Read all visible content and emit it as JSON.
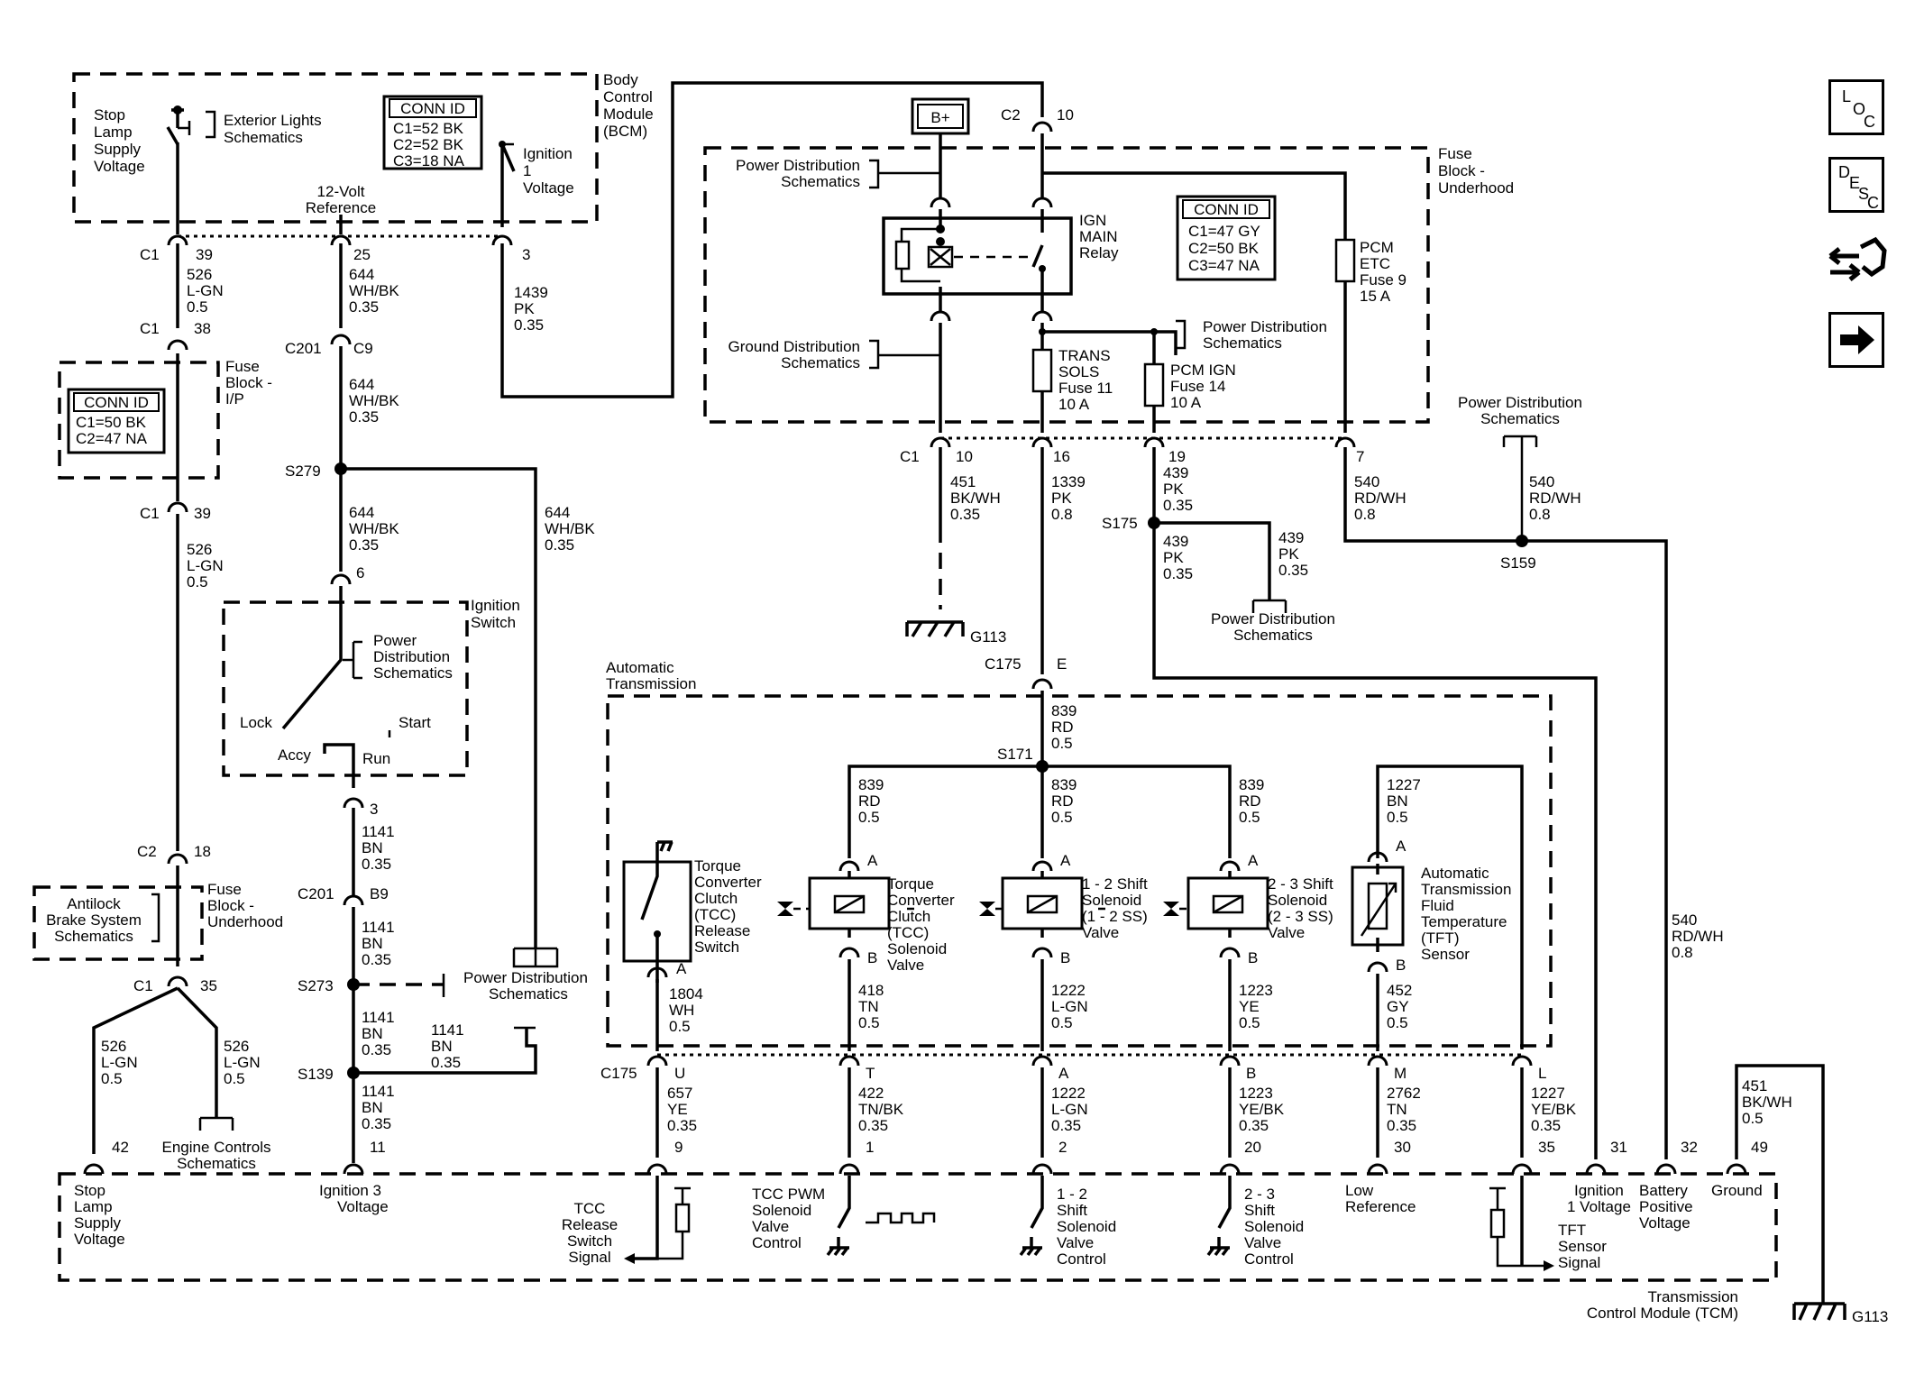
{
  "nav": {
    "loc": {
      "l1": "L",
      "l2": "O",
      "l3": "C"
    },
    "desc": {
      "l1": "D",
      "l2": "E",
      "l3": "S",
      "l4": "C"
    },
    "icons": [
      "loc-button",
      "desc-button",
      "connector-icon",
      "next-arrow-icon"
    ]
  },
  "bcm": {
    "stop_lamp": [
      "Stop",
      "Lamp",
      "Supply",
      "Voltage"
    ],
    "ext_lights": [
      "Exterior Lights",
      "Schematics"
    ],
    "conn_title": "CONN ID",
    "conn_rows": [
      "C1=52 BK",
      "C2=52 BK",
      "C3=18 NA"
    ],
    "ignition": [
      "Ignition",
      "1",
      "Voltage"
    ],
    "name": [
      "Body",
      "Control",
      "Module",
      "(BCM)"
    ],
    "ref12": [
      "12-Volt",
      "Reference"
    ],
    "c1": "C1",
    "p39": "39",
    "p25": "25",
    "p3": "3",
    "wire_526": [
      "526",
      "L-GN",
      "0.5"
    ],
    "wire_644": [
      "644",
      "WH/BK",
      "0.35"
    ],
    "wire_1439": [
      "1439",
      "PK",
      "0.35"
    ]
  },
  "fuse_ip": {
    "c1": "C1",
    "p38": "38",
    "name": [
      "Fuse",
      "Block -",
      "I/P"
    ],
    "conn_title": "CONN ID",
    "conn_rows": [
      "C1=50 BK",
      "C2=47 NA"
    ],
    "c1b": "C1",
    "p39b": "39",
    "wire_526": [
      "526",
      "L-GN",
      "0.5"
    ]
  },
  "c201": {
    "c201": "C201",
    "c9": "C9",
    "wire_644": [
      "644",
      "WH/BK",
      "0.35"
    ]
  },
  "s279": {
    "label": "S279",
    "wire_644a": [
      "644",
      "WH/BK",
      "0.35"
    ],
    "wire_644b": [
      "644",
      "WH/BK",
      "0.35"
    ],
    "p6": "6"
  },
  "ign_switch": {
    "name": [
      "Ignition",
      "Switch"
    ],
    "pds": [
      "Power",
      "Distribution",
      "Schematics"
    ],
    "lock": "Lock",
    "start": "Start",
    "accy": "Accy",
    "run": "Run",
    "p3": "3"
  },
  "lower_left": {
    "wire_1141a": [
      "1141",
      "BN",
      "0.35"
    ],
    "c201": "C201",
    "b9": "B9",
    "wire_1141b": [
      "1141",
      "BN",
      "0.35"
    ],
    "s273": "S273",
    "pds": [
      "Power Distribution",
      "Schematics"
    ],
    "wire_1141c": [
      "1141",
      "BN",
      "0.35"
    ],
    "wire_1141d": [
      "1141",
      "BN",
      "0.35"
    ],
    "s139": "S139",
    "wire_1141e": [
      "1141",
      "BN",
      "0.35"
    ],
    "p11": "11"
  },
  "fuse_under_left": {
    "c2": "C2",
    "p18": "18",
    "abs": [
      "Antilock",
      "Brake System",
      "Schematics"
    ],
    "name": [
      "Fuse",
      "Block -",
      "Underhood"
    ],
    "c1": "C1",
    "p35": "35",
    "wire_526a": [
      "526",
      "L-GN",
      "0.5"
    ],
    "wire_526b": [
      "526",
      "L-GN",
      "0.5"
    ],
    "engine": [
      "Engine Controls",
      "Schematics"
    ],
    "p42": "42"
  },
  "underhood": {
    "bplus": "B+",
    "c2": "C2",
    "p10": "10",
    "pds_top": [
      "Power Distribution",
      "Schematics"
    ],
    "ign_main": [
      "IGN",
      "MAIN",
      "Relay"
    ],
    "conn_title": "CONN ID",
    "conn_rows": [
      "C1=47 GY",
      "C2=50 BK",
      "C3=47 NA"
    ],
    "name": [
      "Fuse",
      "Block -",
      "Underhood"
    ],
    "pcm_etc": [
      "PCM",
      "ETC",
      "Fuse 9",
      "15 A"
    ],
    "gds": [
      "Ground Distribution",
      "Schematics"
    ],
    "pds_mid": [
      "Power Distribution",
      "Schematics"
    ],
    "trans_sols": [
      "TRANS",
      "SOLS",
      "Fuse 11",
      "10 A"
    ],
    "pcm_ign": [
      "PCM IGN",
      "Fuse 14",
      "10 A"
    ],
    "c1": "C1",
    "p10b": "10",
    "p16": "16",
    "p19": "19",
    "p7": "7",
    "wire_451": [
      "451",
      "BK/WH",
      "0.35"
    ],
    "wire_1339": [
      "1339",
      "PK",
      "0.8"
    ],
    "wire_439a": [
      "439",
      "PK",
      "0.35"
    ],
    "wire_540a": [
      "540",
      "RD/WH",
      "0.8"
    ],
    "pds_right": [
      "Power Distribution",
      "Schematics"
    ],
    "wire_540b": [
      "540",
      "RD/WH",
      "0.8"
    ],
    "s159": "S159",
    "s175": "S175",
    "wire_439b": [
      "439",
      "PK",
      "0.35"
    ],
    "wire_439c": [
      "439",
      "PK",
      "0.35"
    ],
    "pds_bottom": [
      "Power Distribution",
      "Schematics"
    ],
    "g113": "G113",
    "c175": "C175",
    "pe": "E",
    "wire_540c": [
      "540",
      "RD/WH",
      "0.8"
    ]
  },
  "trans": {
    "name": [
      "Automatic",
      "Transmission"
    ],
    "wire_839a": [
      "839",
      "RD",
      "0.5"
    ],
    "s171": "S171",
    "wire_839b": [
      "839",
      "RD",
      "0.5"
    ],
    "wire_839c": [
      "839",
      "RD",
      "0.5"
    ],
    "wire_839d": [
      "839",
      "RD",
      "0.5"
    ],
    "wire_1227a": [
      "1227",
      "BN",
      "0.5"
    ],
    "tcc_switch": [
      "Torque",
      "Converter",
      "Clutch",
      "(TCC)",
      "Release",
      "Switch"
    ],
    "tcc_valve": [
      "Torque",
      "Converter",
      "Clutch",
      "(TCC)",
      "Solenoid",
      "Valve"
    ],
    "ss12": [
      "1 - 2 Shift",
      "Solenoid",
      "(1 - 2 SS)",
      "Valve"
    ],
    "ss23": [
      "2 - 3 Shift",
      "Solenoid",
      "(2 - 3 SS)",
      "Valve"
    ],
    "tft": [
      "Automatic",
      "Transmission",
      "Fluid",
      "Temperature",
      "(TFT)",
      "Sensor"
    ],
    "pa": "A",
    "pb": "B",
    "wire_1804": [
      "1804",
      "WH",
      "0.5"
    ],
    "wire_418": [
      "418",
      "TN",
      "0.5"
    ],
    "wire_1222a": [
      "1222",
      "L-GN",
      "0.5"
    ],
    "wire_1223a": [
      "1223",
      "YE",
      "0.5"
    ],
    "wire_452": [
      "452",
      "GY",
      "0.5"
    ]
  },
  "c175_row": {
    "c175": "C175",
    "pins": [
      "U",
      "T",
      "A",
      "B",
      "M",
      "L"
    ],
    "wire_657": [
      "657",
      "YE",
      "0.35"
    ],
    "wire_422": [
      "422",
      "TN/BK",
      "0.35"
    ],
    "wire_1222b": [
      "1222",
      "L-GN",
      "0.35"
    ],
    "wire_1223b": [
      "1223",
      "YE/BK",
      "0.35"
    ],
    "wire_2762": [
      "2762",
      "TN",
      "0.35"
    ],
    "wire_1227b": [
      "1227",
      "YE/BK",
      "0.35"
    ],
    "wire_451b": [
      "451",
      "BK/WH",
      "0.5"
    ]
  },
  "tcm": {
    "pins": [
      "42",
      "11",
      "9",
      "1",
      "2",
      "20",
      "30",
      "35",
      "31",
      "32",
      "49"
    ],
    "stop_lamp": [
      "Stop",
      "Lamp",
      "Supply",
      "Voltage"
    ],
    "ign3": [
      "Ignition 3",
      "Voltage"
    ],
    "tcc_release": [
      "TCC",
      "Release",
      "Switch",
      "Signal"
    ],
    "tcc_pwm": [
      "TCC PWM",
      "Solenoid",
      "Valve",
      "Control"
    ],
    "ss12": [
      "1 - 2",
      "Shift",
      "Solenoid",
      "Valve",
      "Control"
    ],
    "ss23": [
      "2 - 3",
      "Shift",
      "Solenoid",
      "Valve",
      "Control"
    ],
    "low_ref": [
      "Low",
      "Reference"
    ],
    "tft_signal": [
      "TFT",
      "Sensor",
      "Signal"
    ],
    "ign1": [
      "Ignition",
      "1 Voltage"
    ],
    "batt": [
      "Battery",
      "Positive",
      "Voltage"
    ],
    "ground": "Ground",
    "name": [
      "Transmission",
      "Control Module (TCM)"
    ],
    "g113": "G113"
  }
}
